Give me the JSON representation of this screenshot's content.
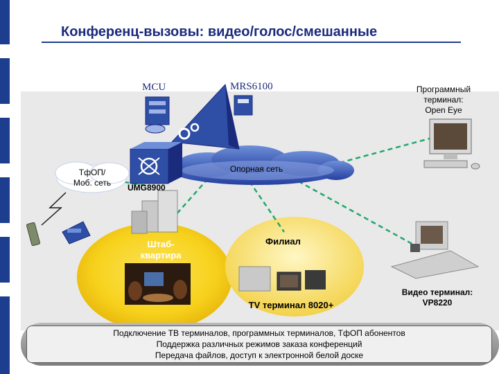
{
  "title": "Конференц-вызовы: видео/голос/смешанные",
  "labels": {
    "mcu": "MCU",
    "mrs": "MRS6100",
    "soft_terminal_line1": "Программный",
    "soft_terminal_line2": "терминал:",
    "soft_terminal_line3": "Open Eye",
    "pstn_line1": "ТфОП/",
    "pstn_line2": "Моб. сеть",
    "backbone": "Опорная сеть",
    "umg": "UMG8900",
    "hq_line1": "Штаб-",
    "hq_line2": "квартира",
    "branch": "Филиал",
    "tv_terminal": "TV терминал 8020+",
    "video_terminal_line1": "Видео терминал:",
    "video_terminal_line2": "VP8220"
  },
  "features": [
    "Подключение ТВ терминалов, программных терминалов, ТфОП абонентов",
    "Поддержка различных режимов заказа конференций",
    "Передача файлов, доступ к электронной белой доске"
  ],
  "colors": {
    "title": "#1a2a7c",
    "accent_bar": "#1d3d8f",
    "cloud": "#4a74c9",
    "link": "#1fa86b",
    "hq_zone": "#f7d21c",
    "device": "#2e4fa8"
  },
  "icons": [
    "server-icon",
    "router-icon",
    "monitor-icon",
    "desk-phone-icon",
    "mobile-phone-icon",
    "building-icon",
    "tv-icon",
    "video-phone-icon",
    "lightning-icon"
  ]
}
